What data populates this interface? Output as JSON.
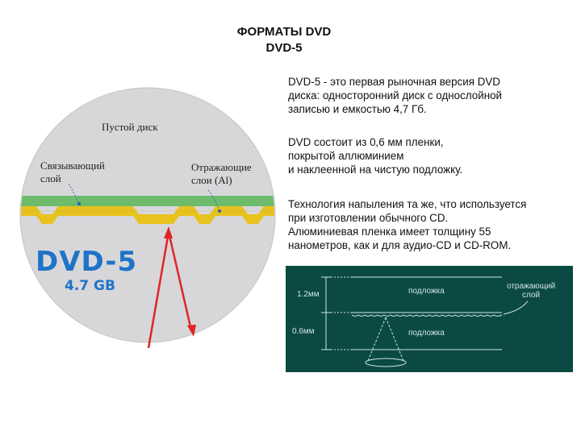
{
  "slide": {
    "title_line1": "ФОРМАТЫ DVD",
    "title_line2": "DVD-5"
  },
  "paragraphs": {
    "p1": [
      "DVD-5 - это первая рыночная версия DVD",
      "диска: односторонний диск с однослойной",
      "записью и емкостью 4,7 Гб."
    ],
    "p2": [
      "DVD состоит из 0,6 мм пленки,",
      "покрытой аллюминием",
      "и наклеенной на чистую подложку."
    ],
    "p3": [
      "Технология напыления та же, что используется",
      "при изготовлении обычного CD.",
      "Алюминиевая пленка имеет толщину 55",
      "нанометров, как и для аудио-CD и CD-ROM."
    ]
  },
  "disc_image": {
    "label_empty": "Пустой диск",
    "label_binding_1": "Связывающий",
    "label_binding_2": "слой",
    "label_reflect_1": "Отражающие",
    "label_reflect_2": "слои (Al)",
    "logo": "DVD-5",
    "capacity": "4.7 GB",
    "colors": {
      "disc": "#d7d7d9",
      "layer_green": "#6dbb6b",
      "layer_yellow": "#e8c21e",
      "laser": "#e02424"
    }
  },
  "diagram": {
    "dim_top": "1.2мм",
    "dim_bottom": "0.6мм",
    "substrate_top": "подложка",
    "substrate_bottom": "подложка",
    "reflective_1": "отражающий",
    "reflective_2": "слой",
    "colors": {
      "background": "#0b4a43",
      "lines": "#cfe6e2"
    }
  }
}
